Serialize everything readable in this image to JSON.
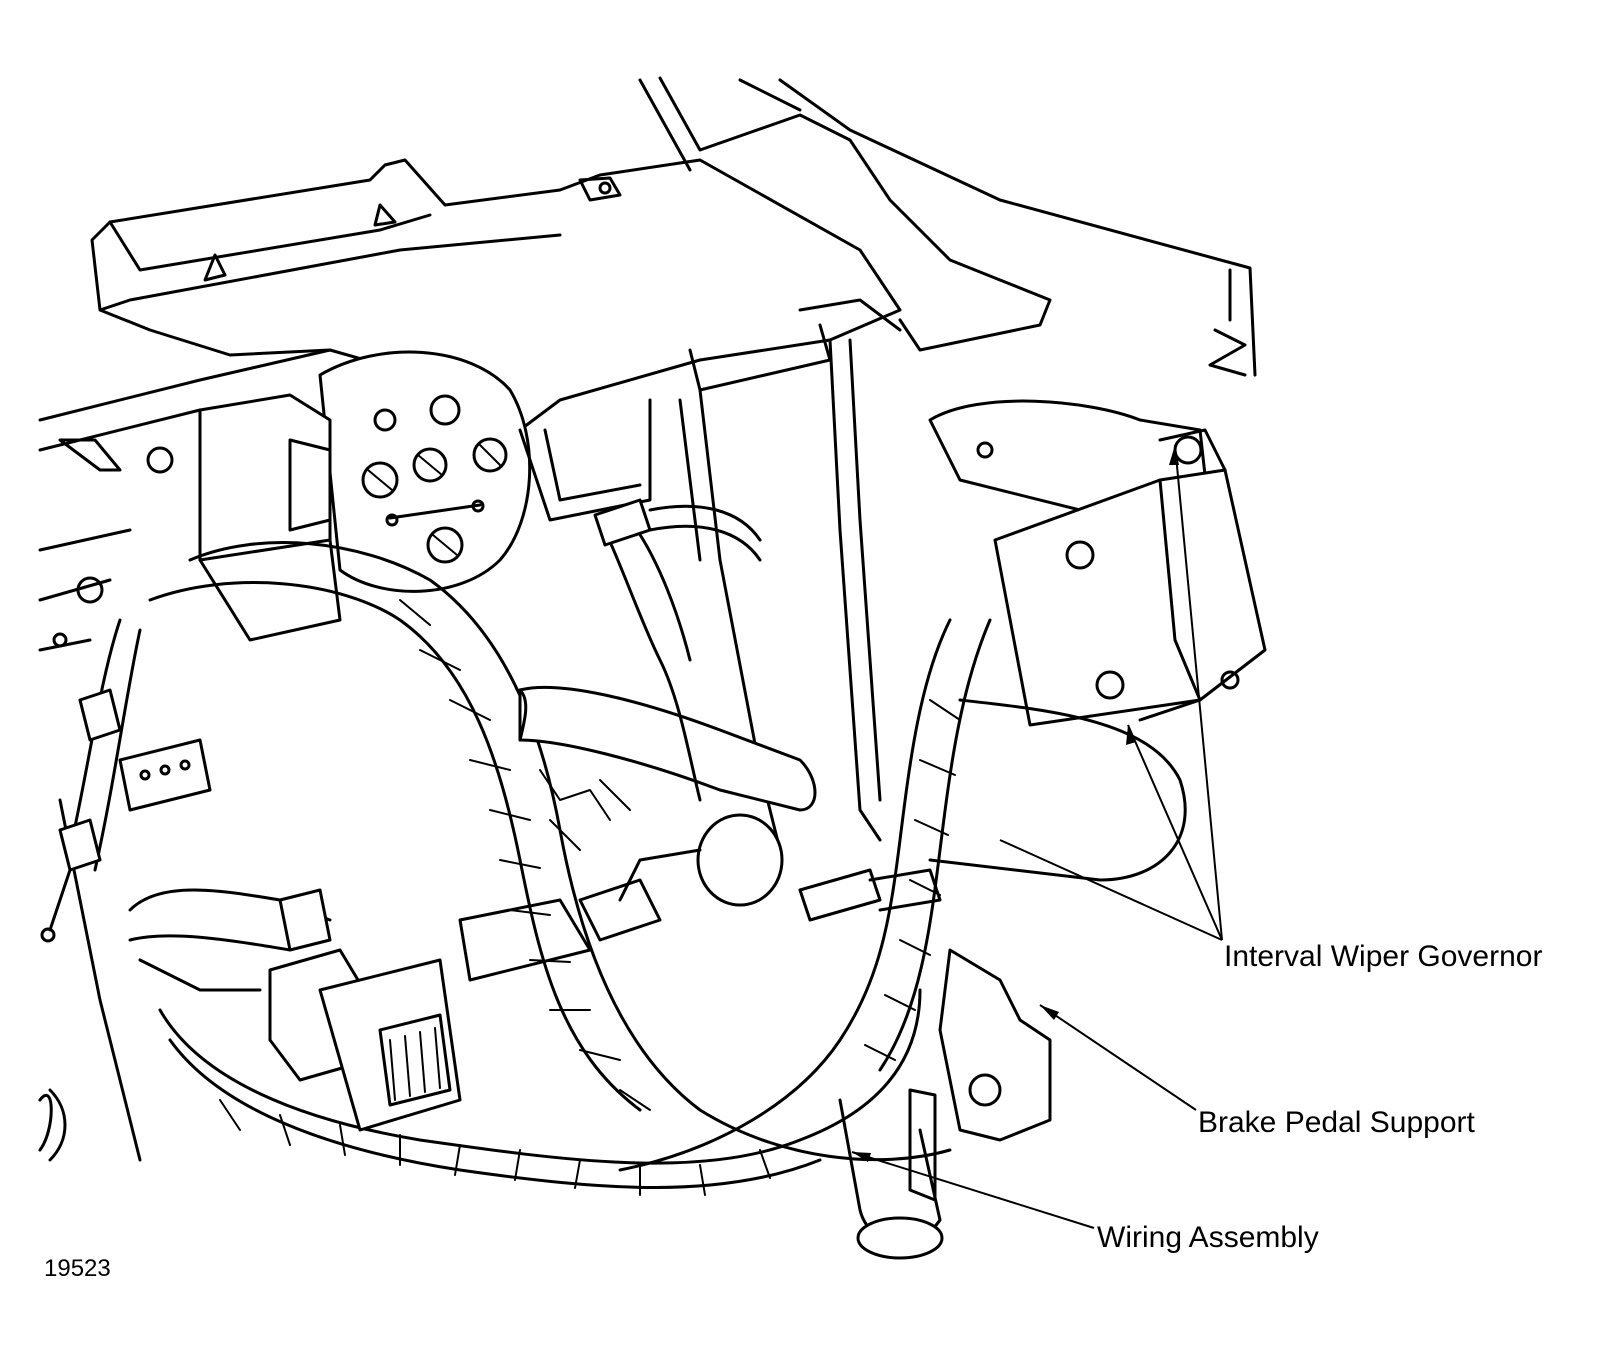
{
  "figure": {
    "id": "19523"
  },
  "callouts": [
    {
      "key": "interval-wiper-governor",
      "label": "Interval Wiper Governor"
    },
    {
      "key": "brake-pedal-support",
      "label": "Brake Pedal Support"
    },
    {
      "key": "wiring-assembly",
      "label": "Wiring Assembly"
    }
  ],
  "colors": {
    "ink": "#000000",
    "paper": "#ffffff"
  }
}
